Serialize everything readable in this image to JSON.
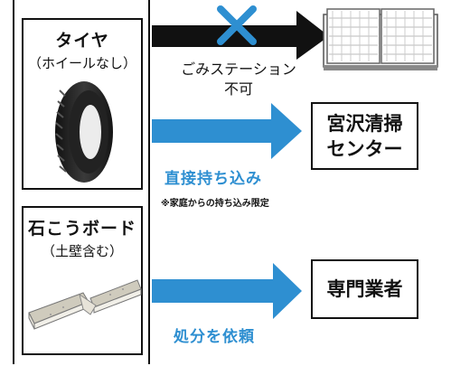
{
  "items": {
    "tire": {
      "title": "タイヤ",
      "subtitle": "（ホイールなし）"
    },
    "board": {
      "title": "石こうボード",
      "subtitle": "（土壁含む）"
    }
  },
  "station": {
    "line1": "ごみステーション",
    "line2": "不可"
  },
  "center": {
    "line1": "宮沢清掃",
    "line2": "センター"
  },
  "direct": {
    "label": "直接持ち込み",
    "note": "※家庭からの持ち込み限定"
  },
  "vendor": {
    "label": "専門業者"
  },
  "disposal": {
    "label": "処分を依頼"
  },
  "colors": {
    "arrow_blue": "#2e8fd1",
    "arrow_black": "#111111",
    "cross_blue": "#2e8fd1"
  },
  "icons": {
    "tire": "tire-icon",
    "board": "plasterboard-icon",
    "station": "garbage-station-icon",
    "cross": "cross-icon"
  }
}
